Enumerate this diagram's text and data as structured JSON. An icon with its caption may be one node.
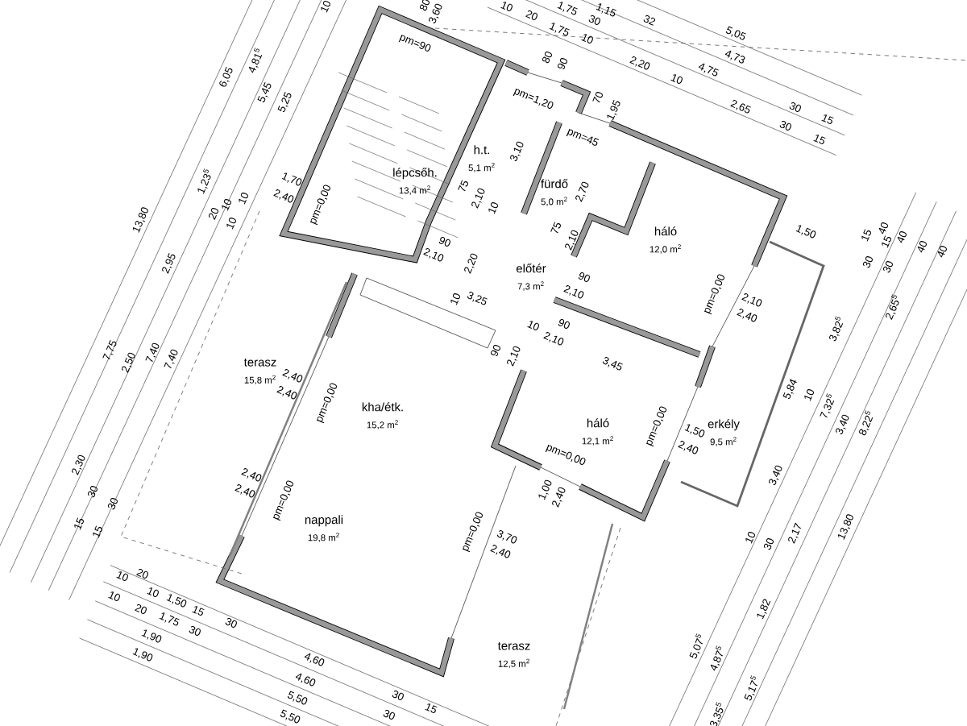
{
  "diagram": {
    "nodes": [
      {
        "text": [
          "lépcsőh.",
          "13,4 m$^{2}$"
        ]
      },
      {
        "text": [
          "h.t.",
          "5,1 m$^{2}$"
        ]
      },
      {
        "text": [
          "fürdő",
          "5,0 m$^{2}$"
        ]
      },
      {
        "text": [
          "háló",
          "12,0 m$^{2}$"
        ]
      },
      {
        "text": [
          "előtér",
          "7,3 m$^{2}$"
        ]
      },
      {
        "text": [
          "terasz",
          "15,8 m$^{2}$"
        ]
      },
      {
        "text": [
          "kha/étk.",
          "15,2 m$^{2}$"
        ]
      },
      {
        "text": [
          "háló",
          "12,1 m$^{2}$"
        ]
      },
      {
        "text": [
          "erkély",
          "9,5 m$^{2}$"
        ]
      },
      {
        "text": [
          "nappali",
          "19,8 m$^{2}$"
        ]
      },
      {
        "text": [
          "terasz",
          "12,5 m$^{2}$"
        ]
      }
    ],
    "labels": [
      "80",
      "3,60",
      "10",
      "10",
      "20",
      "1,75",
      "1,15",
      "30",
      "32",
      "1,75",
      "10",
      "5,05",
      "4,73",
      "pm=90",
      "80",
      "90",
      "2,20",
      "4,75",
      "10",
      "6,05",
      "4,81$^{5}$",
      "5,45",
      "5,25",
      "pm=1,20",
      "70",
      "1,95",
      "2,65",
      "30",
      "15",
      "30",
      "15",
      "pm=45",
      "3,10",
      "1,70",
      "1,23$^{5}$",
      "75",
      "2,70",
      "2,40",
      "2,10",
      "pm=0,00",
      "10",
      "20",
      "10",
      "10",
      "10",
      "13,80",
      "75",
      "1,50",
      "15",
      "40",
      "15",
      "40",
      "40",
      "40",
      "2,10",
      "90",
      "2,95",
      "2,10",
      "2,20",
      "30",
      "30",
      "90",
      "2,10",
      "pm=0,00",
      "10",
      "3,25",
      "2,10",
      "2,65$^{5}$",
      "2,40",
      "10",
      "90",
      "3,82$^{5}$",
      "2,10",
      "7,75",
      "2,50",
      "7,40",
      "7,40",
      "90",
      "2,10",
      "3,45",
      "2,40",
      "5,84",
      "2,40",
      "10",
      "pm=0,00",
      "7,32$^{5}$",
      "3,40",
      "8,22$^{5}$",
      "pm=0,00",
      "1,50",
      "2,40",
      "pm=0,00",
      "2,30",
      "2,40",
      "30",
      "30",
      "2,40",
      "pm=0,00",
      "1,00",
      "2,40",
      "3,40",
      "15",
      "15",
      "pm=0,00",
      "2,17",
      "13,80",
      "3,70",
      "10",
      "30",
      "2,40",
      "10",
      "20",
      "10",
      "10",
      "1,50",
      "20",
      "15",
      "1,82",
      "1,75",
      "30",
      "30",
      "1,90",
      "5,07$^{5}$",
      "1,90",
      "4,87$^{5}$",
      "4,60",
      "4,60",
      "5,17$^{5}$",
      "30",
      "5,50",
      "15",
      "30",
      "3,35$^{5}$",
      "5,50"
    ]
  }
}
